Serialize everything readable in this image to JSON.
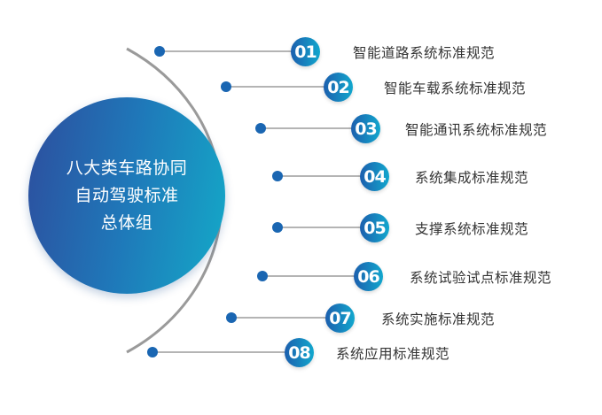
{
  "title": {
    "line1": "八大类车路协同",
    "line2": "自动驾驶标准",
    "line3": "总体组"
  },
  "items": [
    {
      "number": "01",
      "label": "智能道路系统标准规范"
    },
    {
      "number": "02",
      "label": "智能车载系统标准规范"
    },
    {
      "number": "03",
      "label": "智能通讯系统标准规范"
    },
    {
      "number": "04",
      "label": "系统集成标准规范"
    },
    {
      "number": "05",
      "label": "支撑系统标准规范"
    },
    {
      "number": "06",
      "label": "系统试验试点标准规范"
    },
    {
      "number": "07",
      "label": "系统实施标准规范"
    },
    {
      "number": "08",
      "label": "系统应用标准规范"
    }
  ],
  "colors": {
    "arc": "#9a9a9a",
    "dot": "#1a66b2",
    "connector": "#888888",
    "text": "#333333"
  }
}
